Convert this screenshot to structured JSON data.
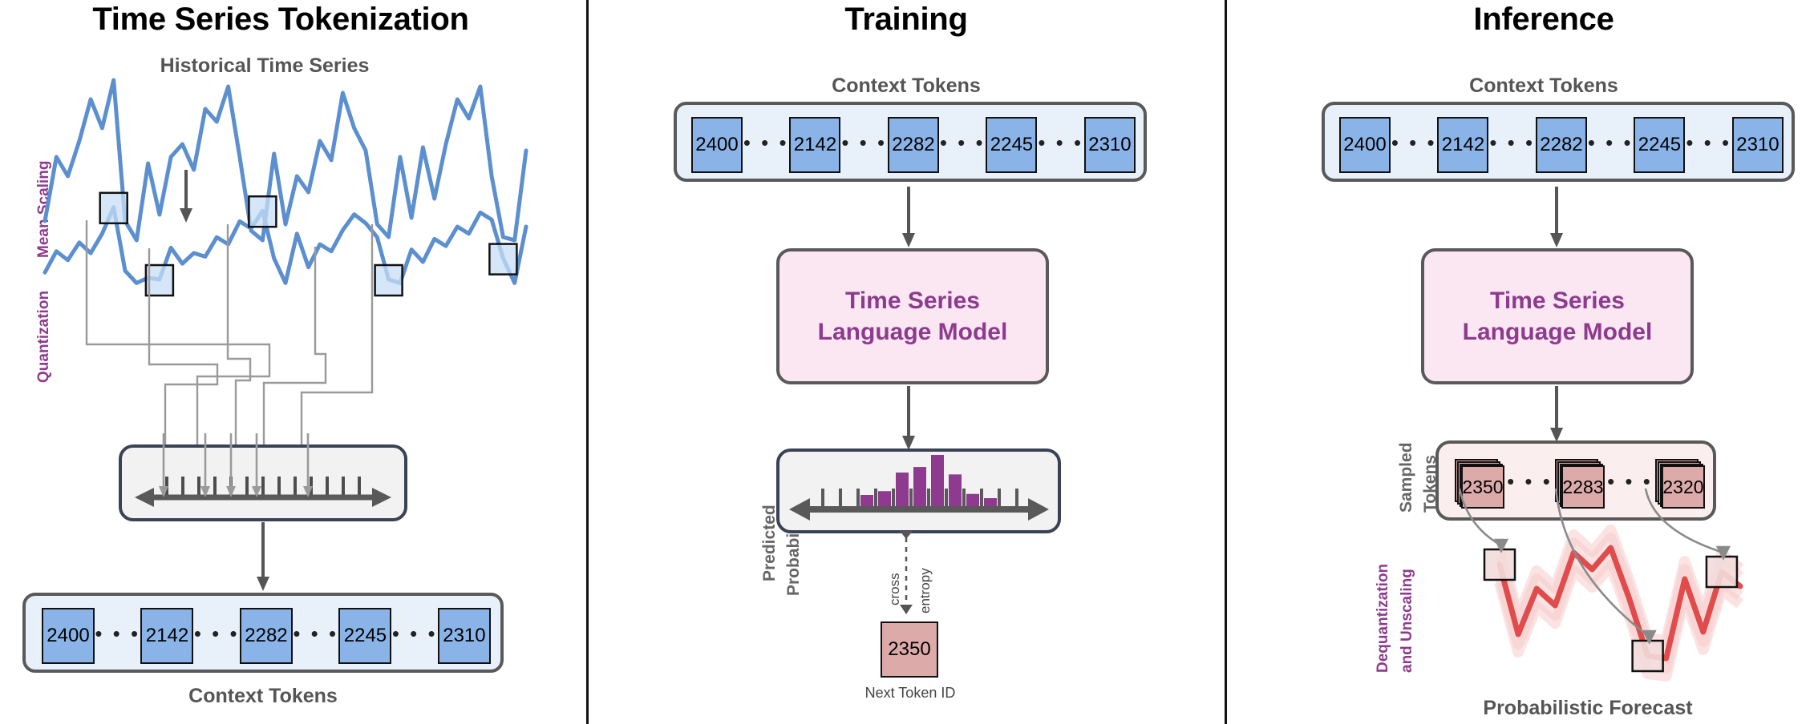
{
  "panels": {
    "left": {
      "title": "Time Series Tokenization"
    },
    "middle": {
      "title": "Training"
    },
    "right": {
      "title": "Inference"
    }
  },
  "left": {
    "series_title": "Historical Time Series",
    "vlabel_scaling": "Mean Scaling",
    "vlabel_quant": "Quantization",
    "tokens_caption": "Context Tokens",
    "tokens": [
      "2400",
      "2142",
      "2282",
      "2245",
      "2310"
    ],
    "ellipsis": "• • •"
  },
  "middle": {
    "tokens_title": "Context Tokens",
    "tokens": [
      "2400",
      "2142",
      "2282",
      "2245",
      "2310"
    ],
    "model_line1": "Time Series",
    "model_line2": "Language Model",
    "vlabel_probs_1": "Predicted",
    "vlabel_probs_2": "Probabilities",
    "loss_word1": "cross",
    "loss_word2": "entropy",
    "next_token": "2350",
    "next_token_caption": "Next Token ID",
    "ellipsis": "• • •"
  },
  "right": {
    "tokens_title": "Context Tokens",
    "tokens": [
      "2400",
      "2142",
      "2282",
      "2245",
      "2310"
    ],
    "model_line1": "Time Series",
    "model_line2": "Language Model",
    "vlabel_sampled_1": "Sampled",
    "vlabel_sampled_2": "Tokens",
    "sampled_tokens": [
      "2350",
      "2283",
      "2320"
    ],
    "vlabel_dequant_1": "Dequantization",
    "vlabel_dequant_2": "and Unscaling",
    "forecast_caption": "Probabilistic Forecast",
    "ellipsis": "• • •"
  },
  "colors": {
    "token_blue": "#8ab4e8",
    "token_container": "#e8f0fa",
    "model_pink": "#fae7f2",
    "model_text_purple": "#8e3a8e",
    "sampled_pink": "#ddaaaa",
    "forecast_red": "#e14b4b",
    "series_blue": "#5b8fd0",
    "hist_purple": "#8e3a8e",
    "axis_gray": "#595959",
    "bin_border": "#3a4256"
  },
  "chart_data": [
    {
      "type": "line",
      "name": "historical-time-series",
      "title": "Historical Time Series",
      "series_color": "#5b8fd0",
      "values": [
        0.12,
        0.52,
        0.4,
        0.62,
        0.88,
        0.7,
        1.0,
        0.12,
        0.0,
        0.48,
        0.16,
        0.52,
        0.6,
        0.44,
        0.82,
        0.74,
        0.96,
        0.52,
        0.06,
        0.0,
        0.54,
        0.1,
        0.4,
        0.3,
        0.62,
        0.5,
        0.92,
        0.7,
        0.56,
        0.1,
        0.02,
        0.52,
        0.14,
        0.58,
        0.26,
        0.6,
        0.88,
        0.76,
        0.96,
        0.4,
        0.02,
        0.0,
        0.56
      ]
    },
    {
      "type": "line",
      "name": "mean-scaled-series",
      "series_color": "#5b8fd0",
      "marked_indices": [
        6,
        10,
        19,
        30,
        40
      ],
      "values": [
        0.18,
        0.42,
        0.32,
        0.52,
        0.4,
        0.62,
        0.92,
        0.2,
        0.06,
        0.12,
        0.1,
        0.46,
        0.28,
        0.4,
        0.36,
        0.58,
        0.5,
        0.76,
        0.68,
        0.88,
        0.34,
        0.06,
        0.62,
        0.24,
        0.5,
        0.42,
        0.66,
        0.84,
        0.74,
        0.58,
        0.1,
        0.06,
        0.44,
        0.3,
        0.56,
        0.48,
        0.7,
        0.62,
        0.86,
        0.78,
        0.34,
        0.06,
        0.7
      ]
    },
    {
      "type": "bar",
      "name": "predicted-probabilities",
      "title": "Predicted Probabilities",
      "bar_color": "#8e3a8e",
      "axis_ticks": 12,
      "bar_positions": [
        3,
        4,
        5,
        6,
        7,
        8,
        9
      ],
      "values": [
        0.22,
        0.62,
        0.74,
        1.0,
        0.58,
        0.16,
        0.0
      ],
      "xlabel": "",
      "ylabel": ""
    },
    {
      "type": "line",
      "name": "probabilistic-forecast",
      "title": "Probabilistic Forecast",
      "series_color": "#e14b4b",
      "band_color": "#f7cccc",
      "values": [
        0.78,
        0.2,
        0.58,
        0.44,
        0.88,
        0.74,
        0.92,
        0.5,
        0.02,
        0.0,
        0.66,
        0.22,
        0.72,
        0.6
      ],
      "marked_indices": [
        0,
        8,
        12
      ]
    }
  ]
}
